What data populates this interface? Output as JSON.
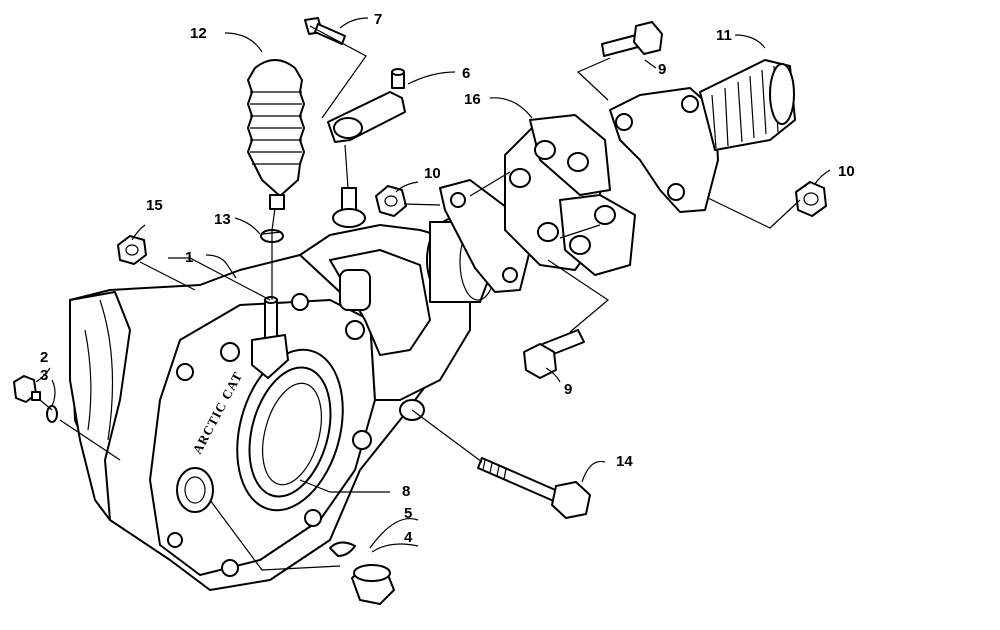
{
  "diagram": {
    "brand_text": "ARCTIC CAT",
    "callouts": [
      {
        "id": "c1",
        "label": "1"
      },
      {
        "id": "c2",
        "label": "2"
      },
      {
        "id": "c3",
        "label": "3"
      },
      {
        "id": "c4",
        "label": "4"
      },
      {
        "id": "c5",
        "label": "5"
      },
      {
        "id": "c6",
        "label": "6"
      },
      {
        "id": "c7",
        "label": "7"
      },
      {
        "id": "c8",
        "label": "8"
      },
      {
        "id": "c9a",
        "label": "9"
      },
      {
        "id": "c9b",
        "label": "9"
      },
      {
        "id": "c10a",
        "label": "10"
      },
      {
        "id": "c10b",
        "label": "10"
      },
      {
        "id": "c11",
        "label": "11"
      },
      {
        "id": "c12",
        "label": "12"
      },
      {
        "id": "c13",
        "label": "13"
      },
      {
        "id": "c14",
        "label": "14"
      },
      {
        "id": "c15",
        "label": "15"
      },
      {
        "id": "c16",
        "label": "16"
      }
    ]
  }
}
